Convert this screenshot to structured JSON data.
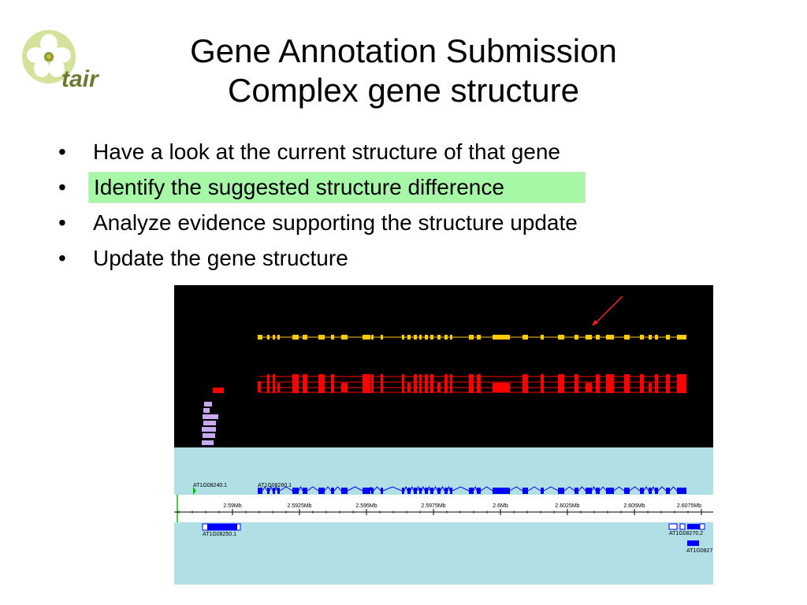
{
  "logo": {
    "text": "tair"
  },
  "title": {
    "line1": "Gene Annotation Submission",
    "line2": "Complex gene structure"
  },
  "bullets": [
    {
      "text": "Have a look at the current structure of that gene",
      "highlighted": false
    },
    {
      "text": "Identify the suggested structure difference",
      "highlighted": true
    },
    {
      "text": "Analyze evidence supporting the structure update",
      "highlighted": false
    },
    {
      "text": "Update the gene structure",
      "highlighted": false
    }
  ],
  "bullet_glyph": "•",
  "browser": {
    "gene_labels": {
      "left": "AT1G08240.1",
      "main": "AT1G08260.1",
      "bottom_left": "AT1G08250.1",
      "bottom_right": "AT1G08270.2",
      "bottom_right2": "AT1G0827"
    },
    "ruler_labels": [
      "2.59Mb",
      "2.5925Mb",
      "2.595Mb",
      "2.5975Mb",
      "2.6Mb",
      "2.6025Mb",
      "2.605Mb",
      "2.6075Mb"
    ],
    "colors": {
      "track_bg": "#000000",
      "lower_bg": "#b0e0e6",
      "yellow": "#ffcc00",
      "red": "#ff0000",
      "lavender": "#c8a8f0",
      "blue": "#0000ff",
      "arrow": "#ff2020",
      "highlight": "#a6f7a6"
    }
  }
}
